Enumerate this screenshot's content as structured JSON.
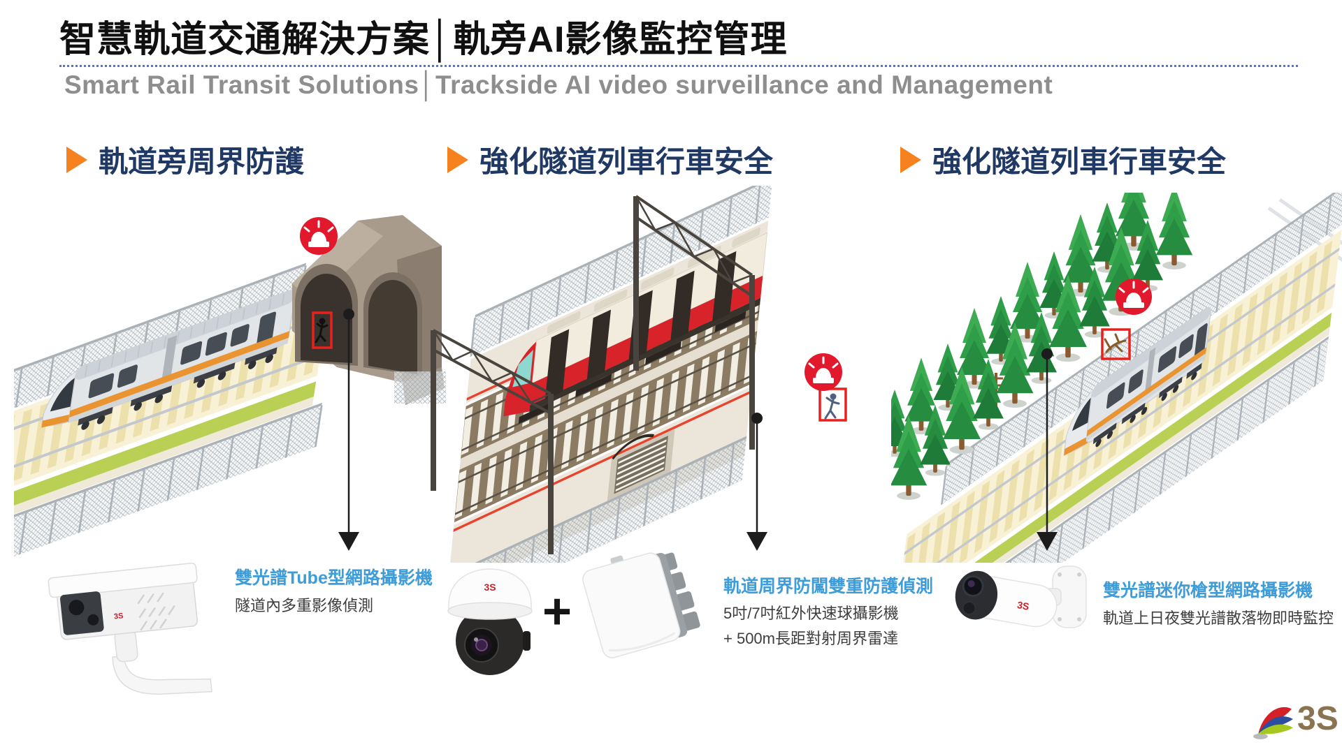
{
  "title": "智慧軌道交通解決方案│軌旁AI影像監控管理",
  "subtitle": "Smart Rail Transit Solutions│Trackside AI video surveillance and Management",
  "sections": [
    {
      "heading": "軌道旁周界防護",
      "caption_title": "雙光譜Tube型網路攝影機",
      "caption_lines": [
        "隧道內多重影像偵測"
      ]
    },
    {
      "heading": "強化隧道列車行車安全",
      "caption_title": "軌道周界防闖雙重防護偵測",
      "caption_lines": [
        "5吋/7吋紅外快速球攝影機",
        "+ 500m長距對射周界雷達"
      ]
    },
    {
      "heading": "強化隧道列車行車安全",
      "caption_title": "雙光譜迷你槍型網路攝影機",
      "caption_lines": [
        "軌道上日夜雙光譜散落物即時監控"
      ]
    }
  ],
  "plus_sign": "+",
  "brand_mark": "3S",
  "logo": {
    "text": "3S"
  },
  "colors": {
    "accent_orange": "#F5821F",
    "heading_navy": "#1F3864",
    "caption_blue": "#3E9CD9",
    "alert_red": "#E2192C",
    "subtitle_gray": "#8E8E8E"
  }
}
